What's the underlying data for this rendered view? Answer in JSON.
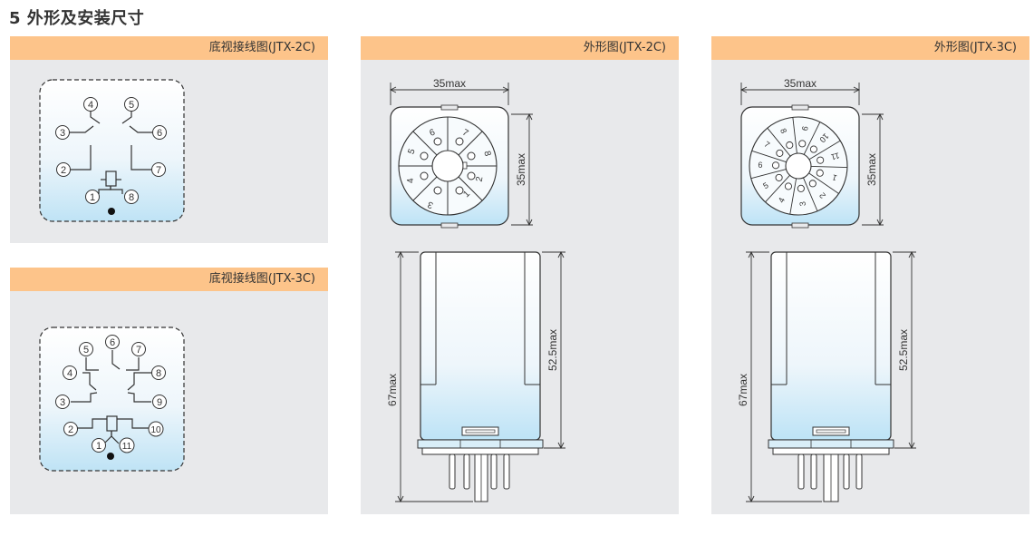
{
  "section_title": "5 外形及安装尺寸",
  "panels": {
    "wiring_2c": {
      "title": "底视接线图(JTX-2C)",
      "pins": [
        "1",
        "2",
        "3",
        "4",
        "5",
        "6",
        "7",
        "8"
      ]
    },
    "wiring_3c": {
      "title": "底视接线图(JTX-3C)",
      "pins": [
        "1",
        "2",
        "3",
        "4",
        "5",
        "6",
        "7",
        "8",
        "9",
        "10",
        "11"
      ]
    },
    "outline_2c": {
      "title": "外形图(JTX-2C)",
      "dim_width": "35max",
      "dim_depth": "35max",
      "dim_height": "52.5max",
      "dim_total": "67max",
      "socket_numbers": [
        "1",
        "2",
        "3",
        "4",
        "5",
        "6",
        "7",
        "8"
      ]
    },
    "outline_3c": {
      "title": "外形图(JTX-3C)",
      "dim_width": "35max",
      "dim_depth": "35max",
      "dim_height": "52.5max",
      "dim_total": "67max",
      "socket_numbers": [
        "1",
        "2",
        "3",
        "4",
        "5",
        "6",
        "7",
        "8",
        "9",
        "10",
        "11"
      ]
    }
  }
}
